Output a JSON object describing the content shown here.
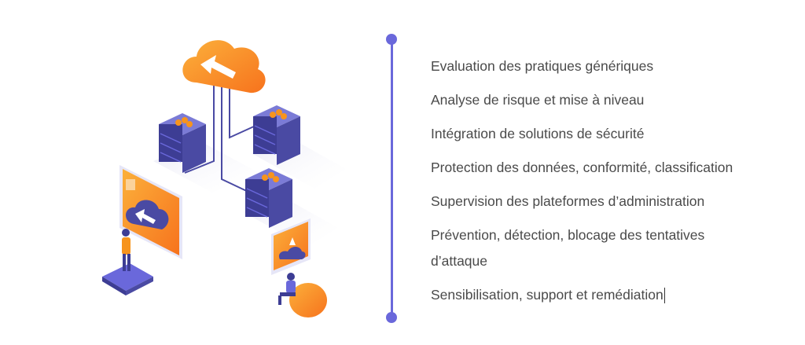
{
  "list": {
    "items": [
      "Evaluation des pratiques génériques",
      "Analyse de risque et mise à niveau",
      "Intégration de solutions de sécurité",
      "Protection des données, conformité, classification",
      "Supervision des plateformes d’administration",
      "Prévention, détection, blocage des tentatives d’attaque",
      "Sensibilisation, support et remédiation"
    ]
  },
  "colors": {
    "accent": "#6a68db",
    "orange": "#f7941d",
    "server_blue": "#4a4aa3",
    "text": "#4a4a4a"
  },
  "icons": [
    "cloud-sync-icon",
    "server-rack-icon",
    "cloud-screen-icon",
    "upload-cloud-icon",
    "person-figure-icon",
    "beanbag-person-icon"
  ]
}
